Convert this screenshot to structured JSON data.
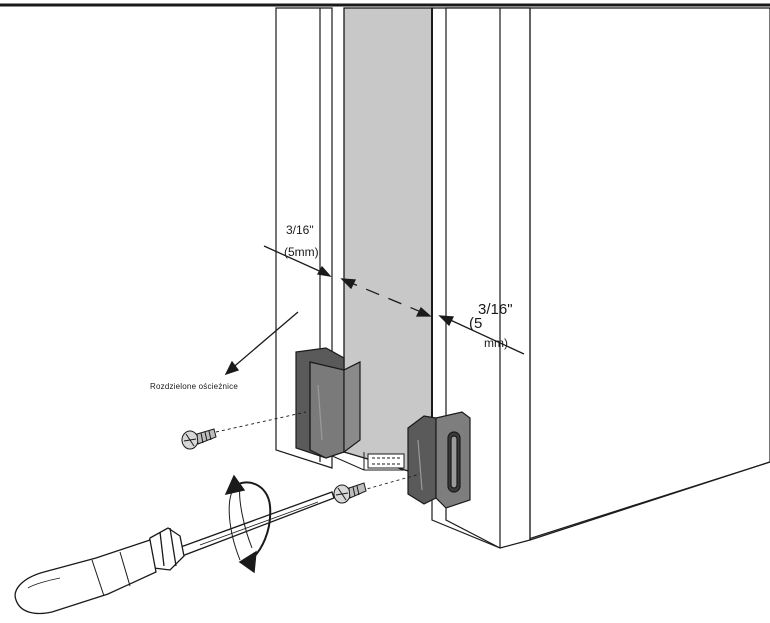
{
  "labels": {
    "left_dim_inch": "3/16\"",
    "left_dim_mm": "(5mm)",
    "right_dim_inch": "3/16\"",
    "right_dim_mm_open": "(5",
    "right_dim_mm_close": "mm)",
    "part_caption": "Rozdzielone ościeżnice"
  },
  "colors": {
    "line": "#1a1a1a",
    "panel_fill": "#c8c8c8",
    "guide_fill": "#6e6e6e",
    "guide_dark": "#4a4a4a",
    "background": "#ffffff"
  },
  "icons": {
    "rotation": "rotate-arrow-icon",
    "screw": "screw-icon",
    "screwdriver": "screwdriver-icon"
  }
}
